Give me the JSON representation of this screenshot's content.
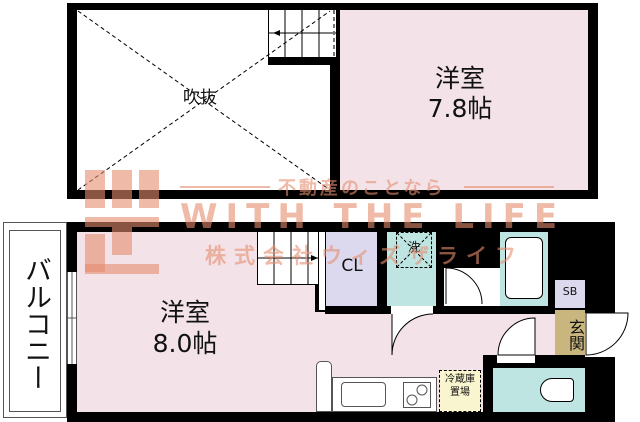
{
  "floorplan": {
    "upper_floor": {
      "void": {
        "label": "吹抜"
      },
      "western_room": {
        "label": "洋室",
        "size": "7.8帖"
      }
    },
    "lower_floor": {
      "western_room": {
        "label": "洋室",
        "size": "8.0帖"
      },
      "closet": {
        "label": "CL"
      },
      "washer": {
        "label": "洗"
      },
      "shoe_box": {
        "label": "SB"
      },
      "entrance": {
        "label": "玄関"
      },
      "fridge": {
        "label_line1": "冷蔵庫",
        "label_line2": "置場"
      },
      "balcony": {
        "label": "バルコニー"
      }
    },
    "colors": {
      "wall": "#000000",
      "room_pink": "#f3e3e8",
      "wet_area_cyan": "#bfe5e2",
      "closet_lavender": "#dcd9ee",
      "entrance_tan": "#c9b67e",
      "watermark": "#e58c6e"
    }
  },
  "watermark": {
    "tagline": "不動産のことなら",
    "brand": "WITH THE LIFE",
    "company": "株式会社ウィズザライフ"
  }
}
